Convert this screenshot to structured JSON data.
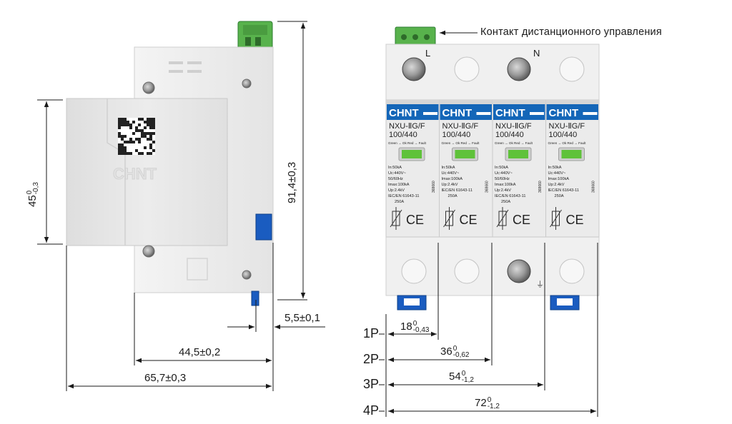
{
  "callout": {
    "remote_contact": "Контакт дистанционного управления"
  },
  "terminals": {
    "left": "L",
    "right": "N"
  },
  "side_view": {
    "brand_engraved": "CHNT",
    "dimensions": {
      "height_body": {
        "base": "45",
        "sup": "0",
        "sub": "-0,3"
      },
      "height_total": "91,4±0,3",
      "rail_offset": "5,5±0,1",
      "depth_front": "44,5±0,2",
      "depth_total": "65,7±0,3"
    }
  },
  "module": {
    "brand": "CHNT",
    "model_line1": "NXU-ⅡG/F",
    "model_line2": "100/440",
    "status_legend": "Green → Ok  Red → Fault",
    "specs": [
      "In:50kA",
      "Uc:440V~",
      "50/60Hz",
      "Imax:100kA",
      "Up:2.4kV",
      "IEC/EN 61643-11",
      "250A"
    ],
    "specs_alt": [
      "In:50kA",
      "Uc:440V~",
      "Imax:100kA",
      "Up:2.4kV",
      "IEC/EN 61643-11",
      "250A"
    ],
    "serial": "368660",
    "ce_mark": "CE"
  },
  "width_rows": [
    {
      "label": "1P",
      "base": "18",
      "sup": "0",
      "sub": "-0,43"
    },
    {
      "label": "2P",
      "base": "36",
      "sup": "0",
      "sub": "-0,62"
    },
    {
      "label": "3P",
      "base": "54",
      "sup": "0",
      "sub": "-1,2"
    },
    {
      "label": "4P",
      "base": "72",
      "sup": "0",
      "sub": "-1,2"
    }
  ],
  "colors": {
    "brand_blue": "#1466b8",
    "window_green": "#5fc23a",
    "connector_green": "#4caf50",
    "rail_clip_blue": "#1a5cc0",
    "body_grey": "#ececec"
  }
}
